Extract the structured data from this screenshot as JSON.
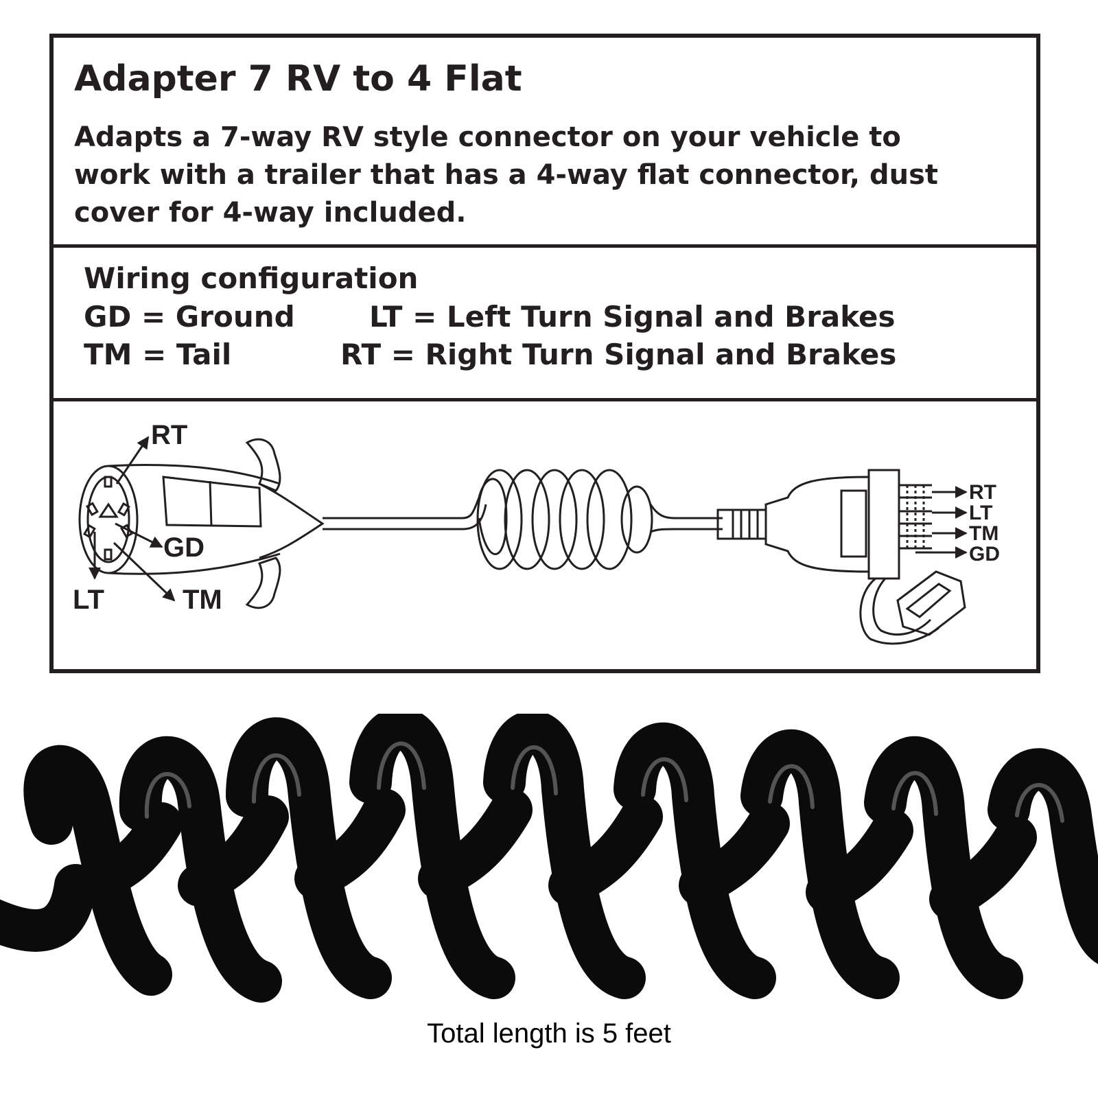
{
  "header": {
    "title": "Adapter 7 RV to 4 Flat",
    "description_lines": [
      "Adapts a 7-way RV style connector on your vehicle to",
      "work with a trailer that has a 4-way flat connector, dust",
      "cover for 4-way included."
    ]
  },
  "wiring": {
    "title": "Wiring configuration",
    "gd": "GD = Ground",
    "lt": "LT = Left Turn Signal and Brakes",
    "tm": "TM = Tail",
    "rt": "RT = Right Turn Signal and Brakes"
  },
  "diagram": {
    "left_labels": {
      "rt": "RT",
      "gd": "GD",
      "lt": "LT",
      "tm": "TM"
    },
    "right_labels": {
      "rt": "RT",
      "lt": "LT",
      "tm": "TM",
      "gd": "GD"
    }
  },
  "caption": "Total length is 5 feet",
  "colors": {
    "ink": "#231f20",
    "coil": "#0b0b0b",
    "background": "#ffffff"
  }
}
